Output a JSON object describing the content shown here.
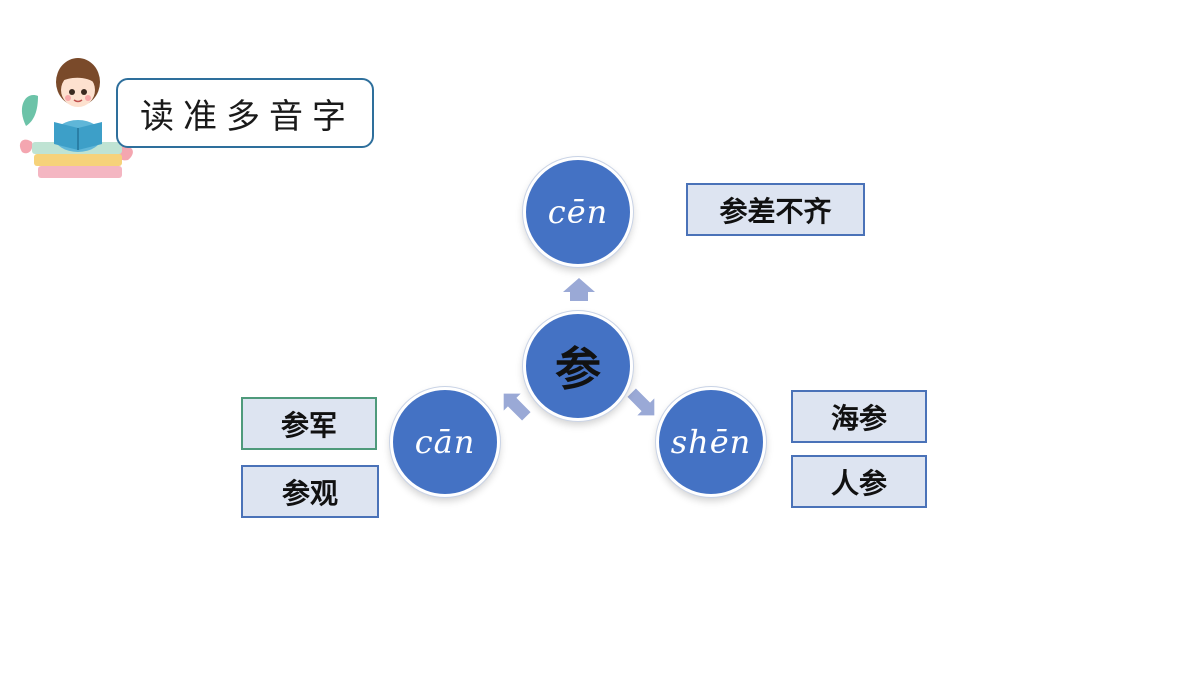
{
  "title": "读准多音字",
  "center": {
    "char": "参"
  },
  "readings": [
    {
      "pinyin": "cēn",
      "words": [
        "参差不齐"
      ]
    },
    {
      "pinyin": "cān",
      "words": [
        "参军",
        "参观"
      ]
    },
    {
      "pinyin": "shēn",
      "words": [
        "海参",
        "人参"
      ]
    }
  ],
  "colors": {
    "circle": "#4472c4",
    "arrow": "#9aa9d6",
    "word_box_fill": "#dde4f1",
    "word_box_border": "#4a72b8",
    "title_border": "#2e6f9c"
  },
  "icons": {
    "mascot": "girl-reading-book-icon"
  }
}
